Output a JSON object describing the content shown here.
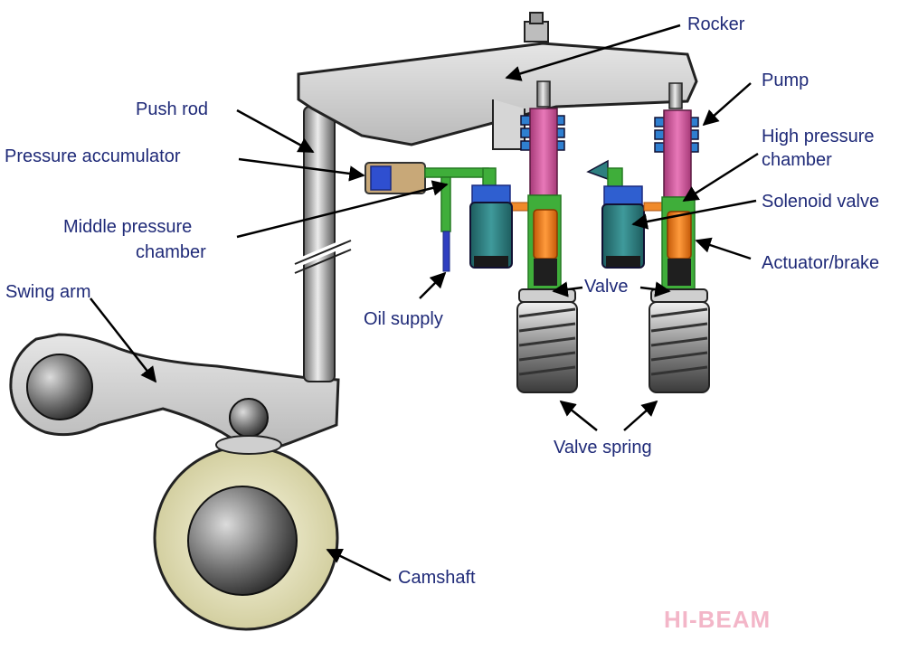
{
  "labels": {
    "rocker": "Rocker",
    "pump": "Pump",
    "push_rod": "Push rod",
    "high_pressure_chamber_1": "High pressure",
    "high_pressure_chamber_2": "chamber",
    "pressure_accumulator": "Pressure accumulator",
    "solenoid_valve": "Solenoid valve",
    "middle_pressure_chamber_1": "Middle pressure",
    "middle_pressure_chamber_2": "chamber",
    "actuator_brake": "Actuator/brake",
    "swing_arm": "Swing arm",
    "valve": "Valve",
    "oil_supply": "Oil supply",
    "valve_spring": "Valve spring",
    "camshaft": "Camshaft"
  },
  "watermark": "HI-BEAM",
  "colors": {
    "label_text": "#1f2a78",
    "watermark": "#f3b6c8",
    "pump_body": "#d9559a",
    "pump_clamp": "#2f7fd0",
    "solenoid": "#2e7f80",
    "actuator": "#f07b1a",
    "oil_line": "#3fae3a",
    "accumulator": "#c8a878"
  }
}
